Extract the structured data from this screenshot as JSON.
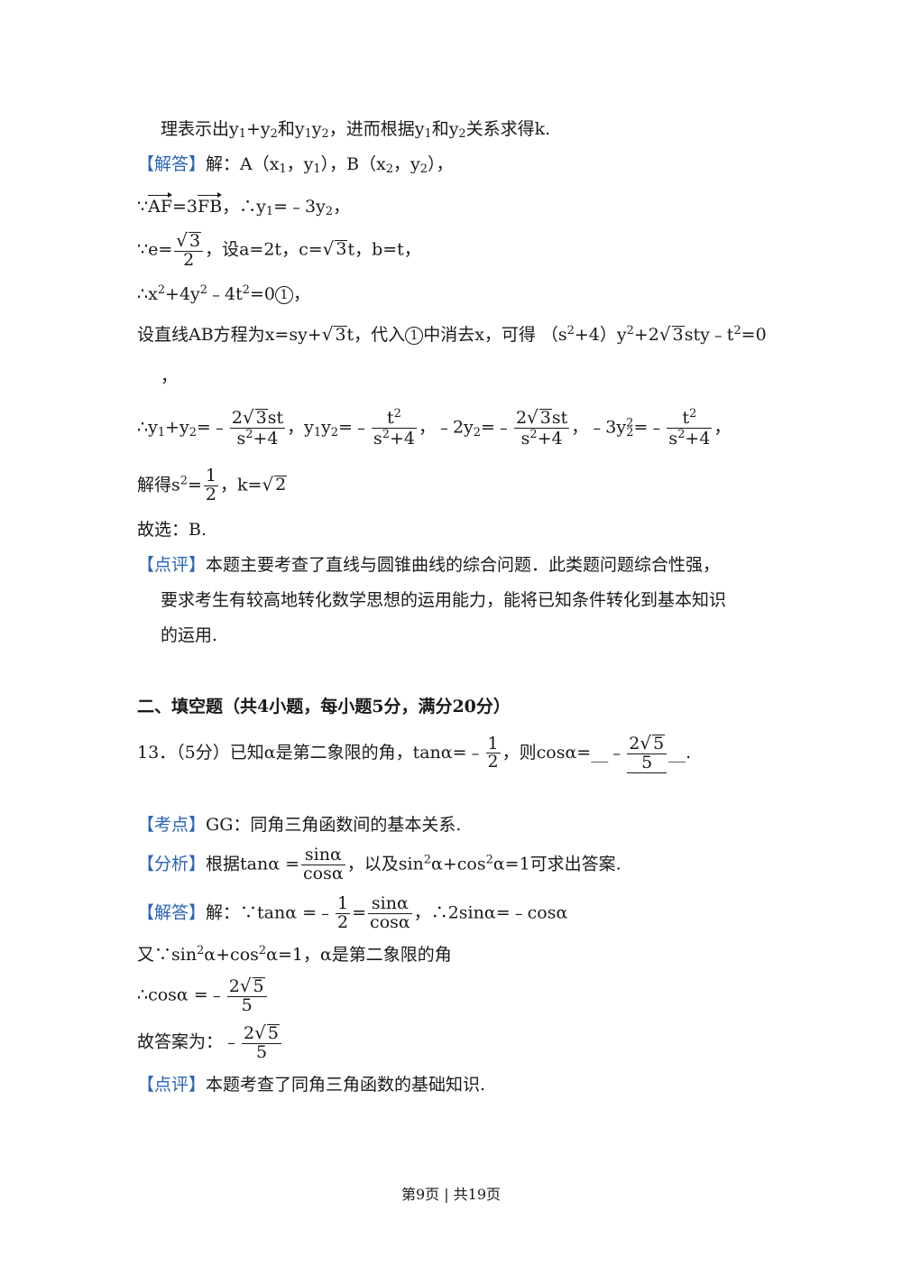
{
  "p1": {
    "line1": {
      "a": "理表示出y",
      "b": "1",
      "c": "+y",
      "d": "2",
      "e": "和y",
      "f": "1",
      "g": "y",
      "h": "2",
      "i": "，进而根据y",
      "j": "1",
      "k": "和y",
      "l": "2",
      "m": "关系求得k."
    },
    "jieda_tag": "【解答】",
    "line2": {
      "a": "解：A（x",
      "b": "1",
      "c": "，y",
      "d": "1",
      "e": "），B（x",
      "f": "2",
      "g": "，y",
      "h": "2",
      "i": "），"
    },
    "line3": {
      "pre": "∵",
      "af": "AF",
      "eq": "=3",
      "fb": "FB",
      "post": "，∴y",
      "s1": "1",
      "mid": "=﹣3y",
      "s2": "2",
      "end": "，"
    },
    "line4": {
      "pre": "∵",
      "e": "e=",
      "num2": "2",
      "t1": "，设",
      "a": "a=2t，c=",
      "t2": "t，b=t，",
      "sqrt3": "3"
    },
    "line5": {
      "a": "∴x",
      "sp1": "2",
      "b": "+4y",
      "sp2": "2",
      "c": "﹣4t",
      "sp3": "2",
      "d": "=0",
      "circ": "1",
      "e": "，"
    },
    "line6": {
      "a": "设直线AB方程为",
      "b": "x=sy+",
      "sqrt3": "3",
      "c": "t，代入",
      "circ": "1",
      "d": "中消去x，可得",
      "e": "（s",
      "sp1": "2",
      "f": "+4）y",
      "sp2": "2",
      "g": "+2",
      "h": "sty﹣t",
      "sp3": "2",
      "i": "=0"
    },
    "line7": "，",
    "line8": {
      "a": "∴y",
      "s1": "1",
      "b": "+y",
      "s2": "2",
      "c": "=﹣",
      "n1": "2",
      "n1b": "st",
      "d1": "s",
      "d1s": "2",
      "d1b": "+4",
      "e": "，y",
      "s3": "1",
      "f": "y",
      "s4": "2",
      "g": "=﹣",
      "n2": "t",
      "n2s": "2",
      "h": "，﹣2y",
      "s5": "2",
      "i": "=﹣",
      "j": "，﹣3y",
      "j2": "2",
      "j2s": "2",
      "k": "=﹣",
      "end": "，",
      "sqrt3": "3"
    },
    "line9": {
      "a": "解得",
      "b": "s",
      "sp": "2",
      "c": "=",
      "num": "1",
      "den": "2",
      "d": "，k=",
      "sqrt2": "2"
    },
    "line10": "故选：B.",
    "dianping_tag": "【点评】",
    "line11": "本题主要考查了直线与圆锥曲线的综合问题．此类题问题综合性强，",
    "line12": "要求考生有较高地转化数学思想的运用能力，能将已知条件转化到基本知识",
    "line13": "的运用."
  },
  "section": {
    "title": "二、填空题（共4小题，每小题5分，满分20分）"
  },
  "q13": {
    "a": "13．（5分）已知α是第二象限的角，tanα=﹣",
    "num": "1",
    "den": "2",
    "b": "，则cosα=",
    "pre": "__﹣",
    "ans_num": "2",
    "sqrt5": "5",
    "ans_den": "5",
    "post": "__."
  },
  "p2": {
    "kaodian_tag": "【考点】",
    "kaodian": "GG：同角三角函数间的基本关系.",
    "fenxi_tag": "【分析】",
    "fenxi": {
      "a": "根据",
      "b": "tanα =",
      "num": "sinα",
      "den": "cosα",
      "c": "，以及sin",
      "sp1": "2",
      "d": "α+cos",
      "sp2": "2",
      "e": "α=1可求出答案."
    },
    "jieda_tag": "【解答】",
    "jieda": {
      "a": "解：∵",
      "b": "tanα =﹣",
      "num1": "1",
      "den1": "2",
      "eq": "=",
      "num2": "sinα",
      "den2": "cosα",
      "c": "，∴2sinα=﹣cosα"
    },
    "line4": {
      "a": "又∵sin",
      "sp1": "2",
      "b": "α+cos",
      "sp2": "2",
      "c": "α=1，α是第二象限的角"
    },
    "line5": {
      "a": "∴",
      "b": "cosα =﹣",
      "num": "2",
      "sqrt5": "5",
      "den": "5"
    },
    "line6": {
      "a": "故答案为：",
      "b": "﹣",
      "num": "2",
      "sqrt5": "5",
      "den": "5"
    },
    "dianping_tag": "【点评】",
    "dianping": "本题考查了同角三角函数的基础知识."
  },
  "footer": {
    "text": "第9页 | 共19页"
  }
}
